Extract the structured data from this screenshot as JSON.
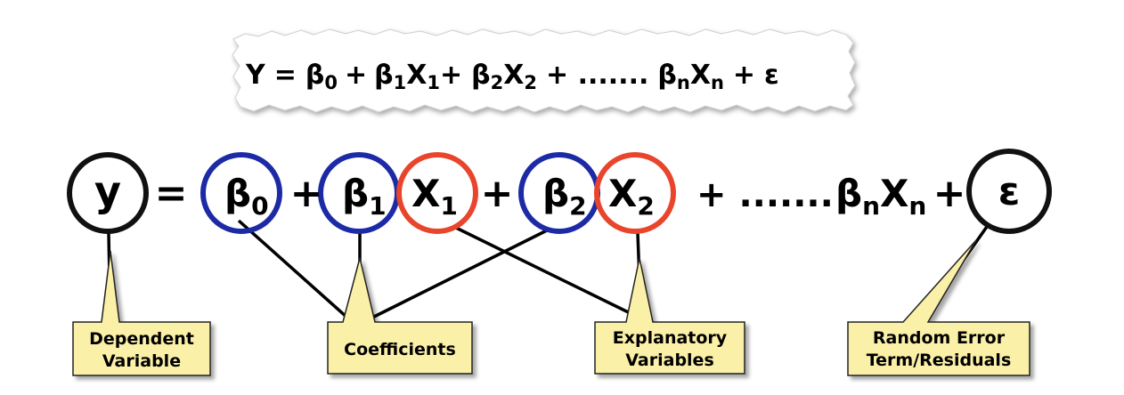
{
  "top_equation": {
    "y": "Y",
    "eq": "=",
    "b": "β",
    "s0": "0",
    "plus": "+",
    "s1": "1",
    "x": "X",
    "s2": "2",
    "dots": "+ .......",
    "sn": "n",
    "eps": "ε"
  },
  "main_equation": {
    "y": "y",
    "eq": "=",
    "beta": "β",
    "x": "X",
    "sub0": "0",
    "sub1": "1",
    "sub2": "2",
    "subn": "n",
    "plus": "+",
    "dots": "+ .......",
    "eps": "ε"
  },
  "labels": {
    "dependent_line1": "Dependent",
    "dependent_line2": "Variable",
    "coefficients": "Coefficients",
    "explanatory_line1": "Explanatory",
    "explanatory_line2": "Variables",
    "error_line1": "Random Error",
    "error_line2": "Term/Residuals"
  },
  "colors": {
    "coefficient_circle": "#1c2aa6",
    "variable_circle": "#e8452c",
    "other_circle": "#111111",
    "label_fill": "#fbf0a8",
    "label_border": "#222222"
  }
}
